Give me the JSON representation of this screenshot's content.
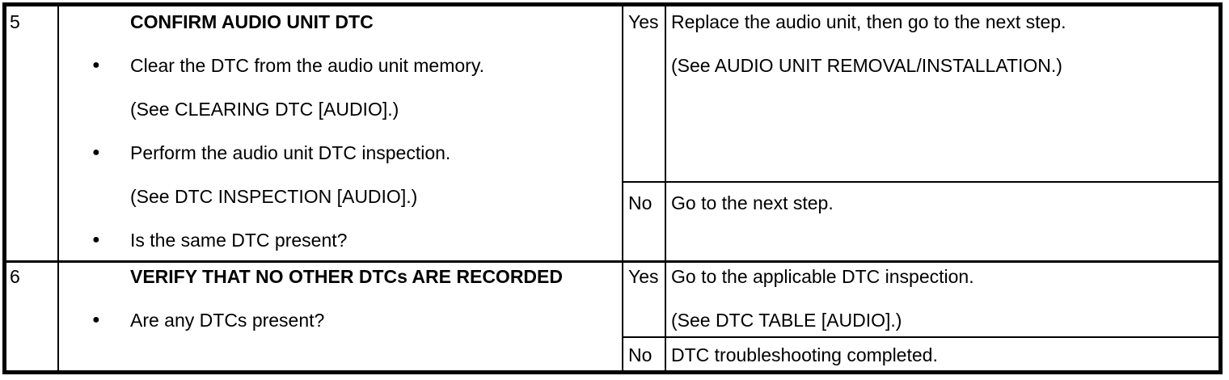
{
  "icons": {
    "bullet": "●"
  },
  "table": {
    "steps": [
      {
        "step": "5",
        "action": {
          "title": "CONFIRM AUDIO UNIT DTC",
          "lines": [
            {
              "type": "bullet",
              "text": "Clear the DTC from the audio unit memory."
            },
            {
              "type": "plain",
              "text": "(See CLEARING DTC [AUDIO].)"
            },
            {
              "type": "bullet",
              "text": "Perform the audio unit DTC inspection."
            },
            {
              "type": "plain",
              "text": "(See DTC INSPECTION [AUDIO].)"
            },
            {
              "type": "bullet",
              "text": "Is the same DTC present?"
            }
          ]
        },
        "results": [
          {
            "answer": "Yes",
            "lines": [
              "Replace the audio unit, then go to the next step.",
              "(See AUDIO UNIT REMOVAL/INSTALLATION.)"
            ]
          },
          {
            "answer": "No",
            "lines": [
              "Go to the next step."
            ]
          }
        ]
      },
      {
        "step": "6",
        "action": {
          "title": "VERIFY THAT NO OTHER DTCs ARE RECORDED",
          "lines": [
            {
              "type": "bullet",
              "text": "Are any DTCs present?"
            }
          ]
        },
        "results": [
          {
            "answer": "Yes",
            "lines": [
              "Go to the applicable DTC inspection.",
              "(See DTC TABLE [AUDIO].)"
            ]
          },
          {
            "answer": "No",
            "lines": [
              "DTC troubleshooting completed."
            ]
          }
        ]
      }
    ]
  }
}
